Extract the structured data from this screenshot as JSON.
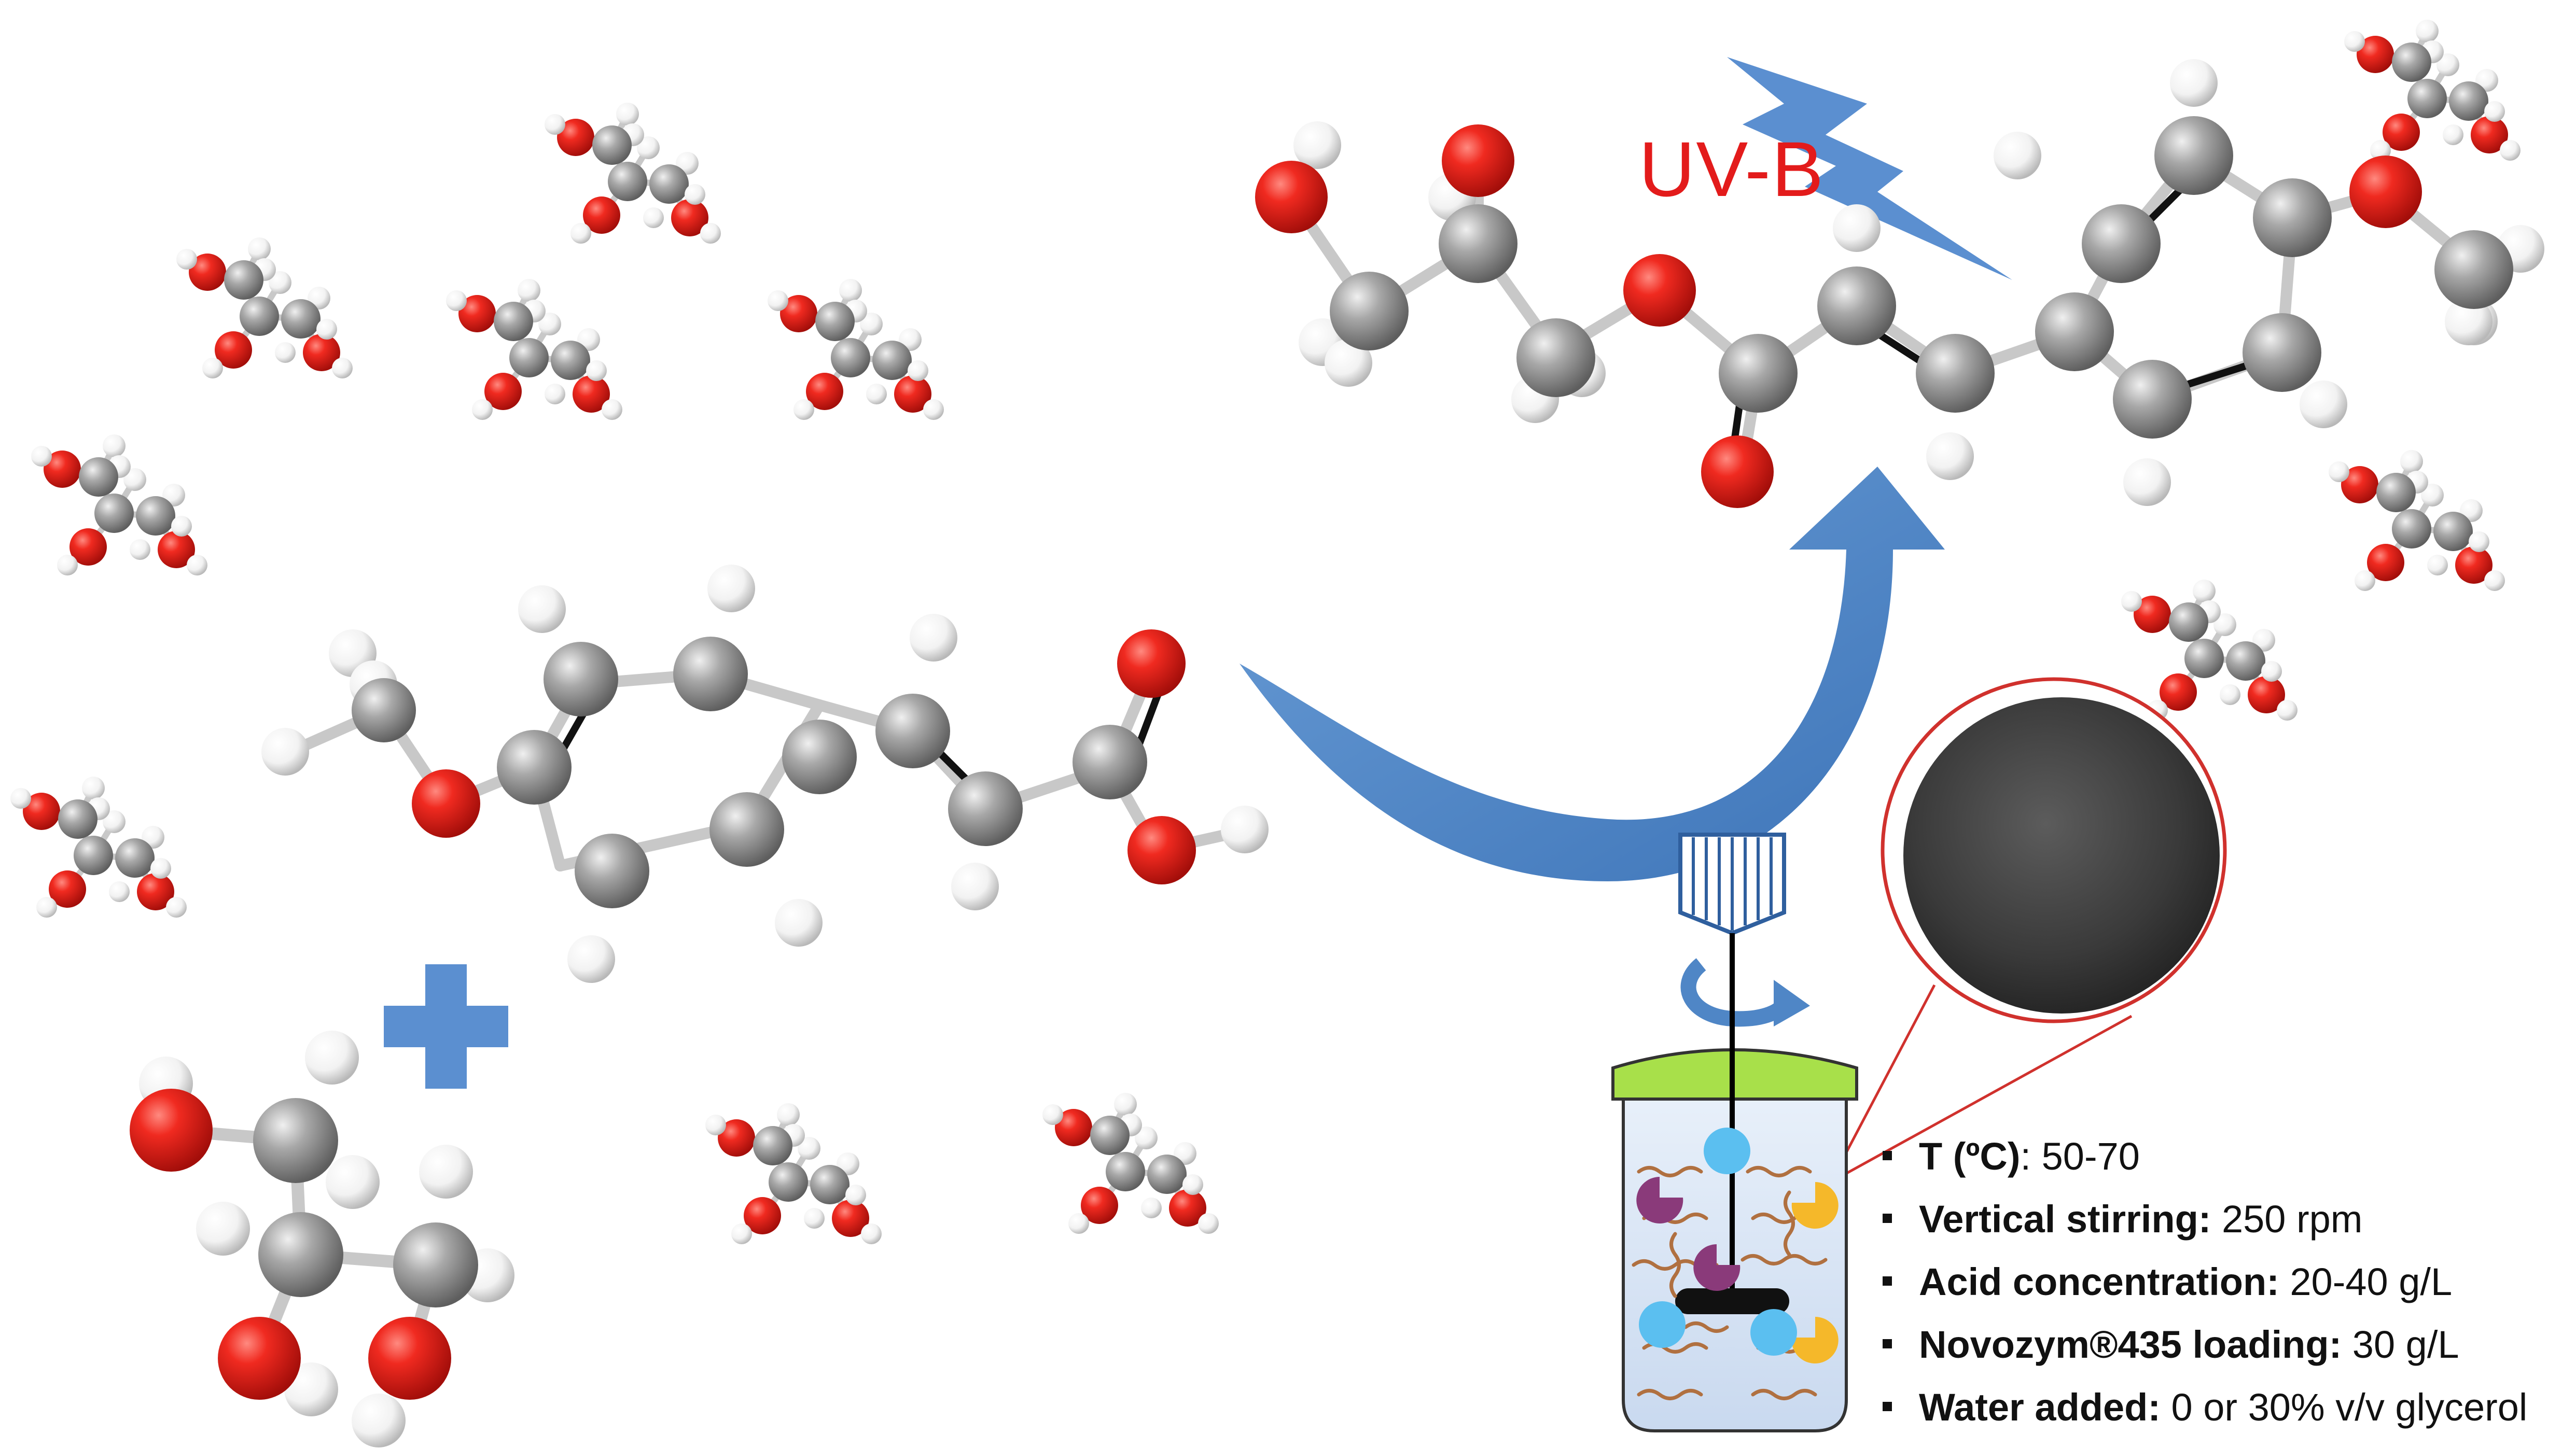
{
  "uv_label": "UV-B",
  "colors": {
    "oxygen": "#e0201a",
    "carbon": "#9a9a9a",
    "hydrogen": "#ffffff",
    "arrow_blue": "#4f86c6",
    "plus_blue": "#5b8fd0",
    "lid_green": "#a8e04a",
    "label_red": "#e31b1b",
    "zoom_circle": "#d0312d",
    "fiber_brown": "#b07040",
    "enzyme_blue": "#5bbff0",
    "enzyme_purple": "#8a3a7a",
    "enzyme_yellow": "#f5b82a"
  },
  "icons": [
    "glycerol-molecule",
    "ferulic-acid-molecule",
    "glyceryl-ferulate-molecule",
    "lightning-bolt-icon",
    "curved-reaction-arrow",
    "plus-sign",
    "bioreactor",
    "rotation-arrow-icon",
    "enzyme-bead-magnified"
  ],
  "conditions": [
    {
      "key": "T (ºC)",
      "sep": ":",
      "value": " 50-70"
    },
    {
      "key": "Vertical stirring:",
      "sep": "",
      "value": " 250 rpm"
    },
    {
      "key": "Acid concentration:",
      "sep": "",
      "value": " 20-40 g/L"
    },
    {
      "key": "Novozym®435 loading:",
      "sep": "",
      "value": " 30 g/L"
    },
    {
      "key": "Water added:",
      "sep": "",
      "value": " 0 or 30% v/v glycerol"
    }
  ]
}
